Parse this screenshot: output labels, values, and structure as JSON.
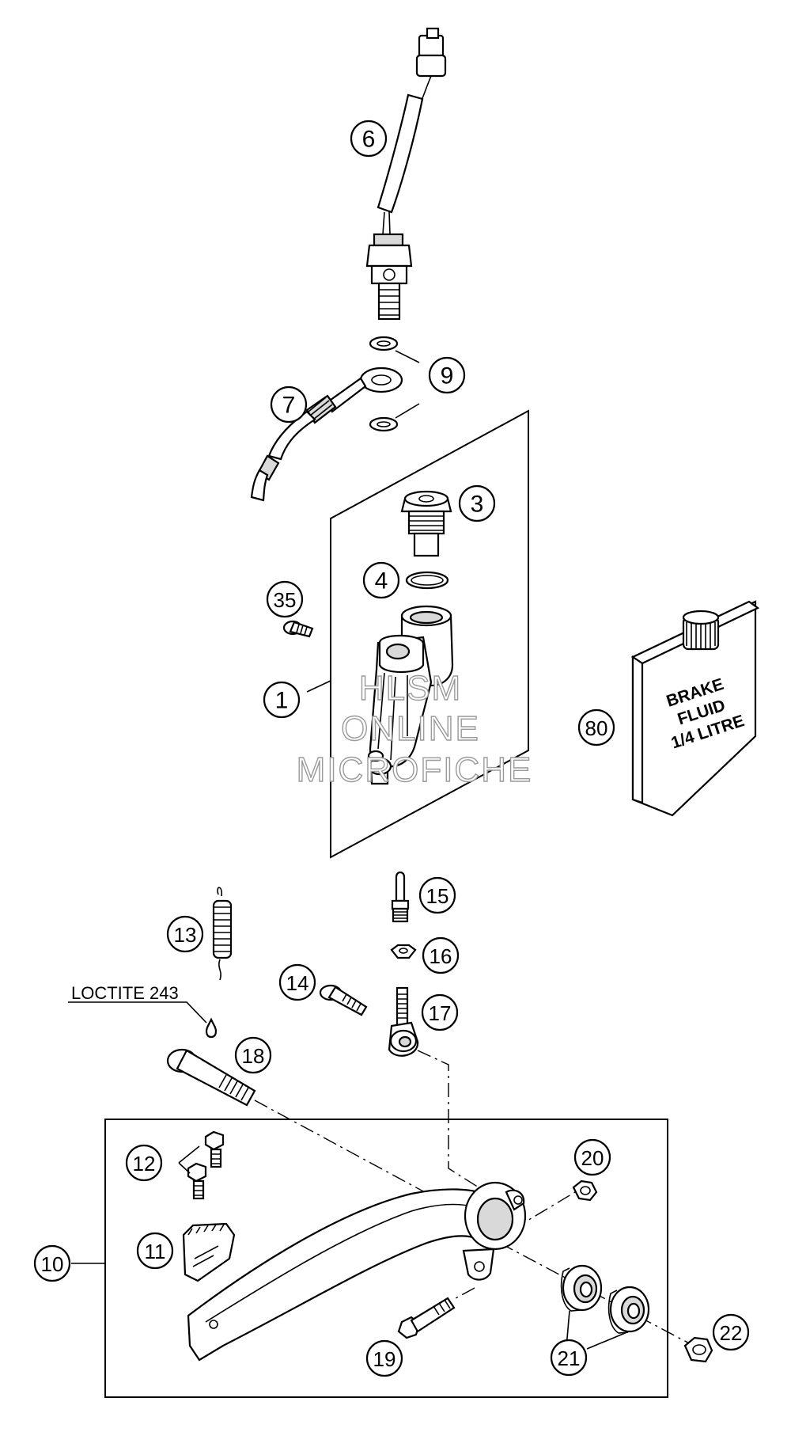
{
  "callouts": {
    "c1": "1",
    "c3": "3",
    "c4": "4",
    "c6": "6",
    "c7": "7",
    "c9": "9",
    "c10": "10",
    "c11": "11",
    "c12": "12",
    "c13": "13",
    "c14": "14",
    "c15": "15",
    "c16": "16",
    "c17": "17",
    "c18": "18",
    "c19": "19",
    "c20": "20",
    "c21": "21",
    "c22": "22",
    "c35": "35",
    "c80": "80"
  },
  "labels": {
    "loctite": "LOCTITE 243"
  },
  "can": {
    "line1": "BRAKE",
    "line2": "FLUID",
    "line3": "1/4 LITRE"
  },
  "watermark": {
    "line1": "HLSM",
    "line2": "ONLINE",
    "line3": "MICROFICHE"
  }
}
